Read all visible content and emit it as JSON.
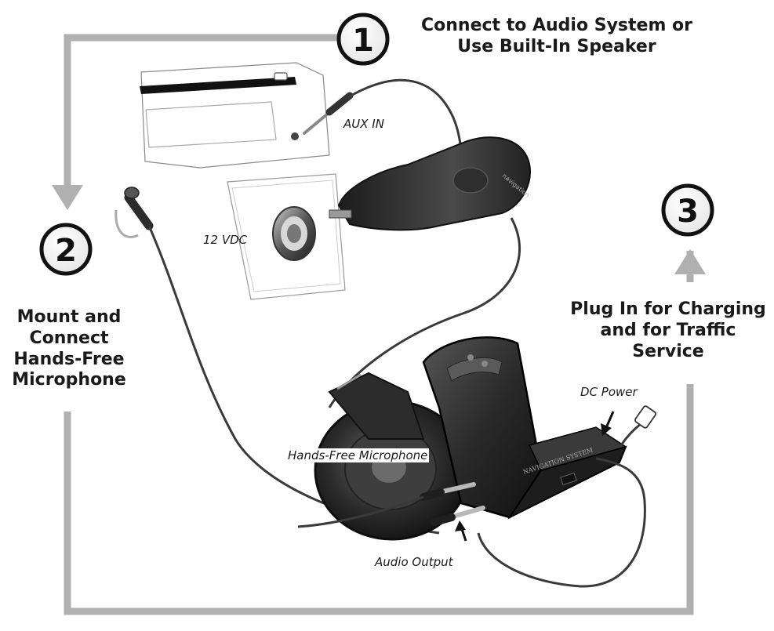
{
  "steps": [
    {
      "number": "1",
      "title_line1": "Connect to Audio System or",
      "title_line2": "Use Built-In Speaker"
    },
    {
      "number": "2",
      "title_line1": "Mount and",
      "title_line2": "Connect",
      "title_line3": "Hands-Free",
      "title_line4": "Microphone"
    },
    {
      "number": "3",
      "title_line1": "Plug In for Charging",
      "title_line2": "and for Traffic",
      "title_line3": "Service"
    }
  ],
  "callouts": {
    "aux_in": "AUX IN",
    "vdc": "12 VDC",
    "hands_free_mic": "Hands-Free Microphone",
    "dc_power": "DC Power",
    "audio_output": "Audio Output"
  },
  "colors": {
    "flow_line": "#b0b0b0",
    "device_body": "#2b2b2b",
    "cable": "#3a3a3a"
  }
}
